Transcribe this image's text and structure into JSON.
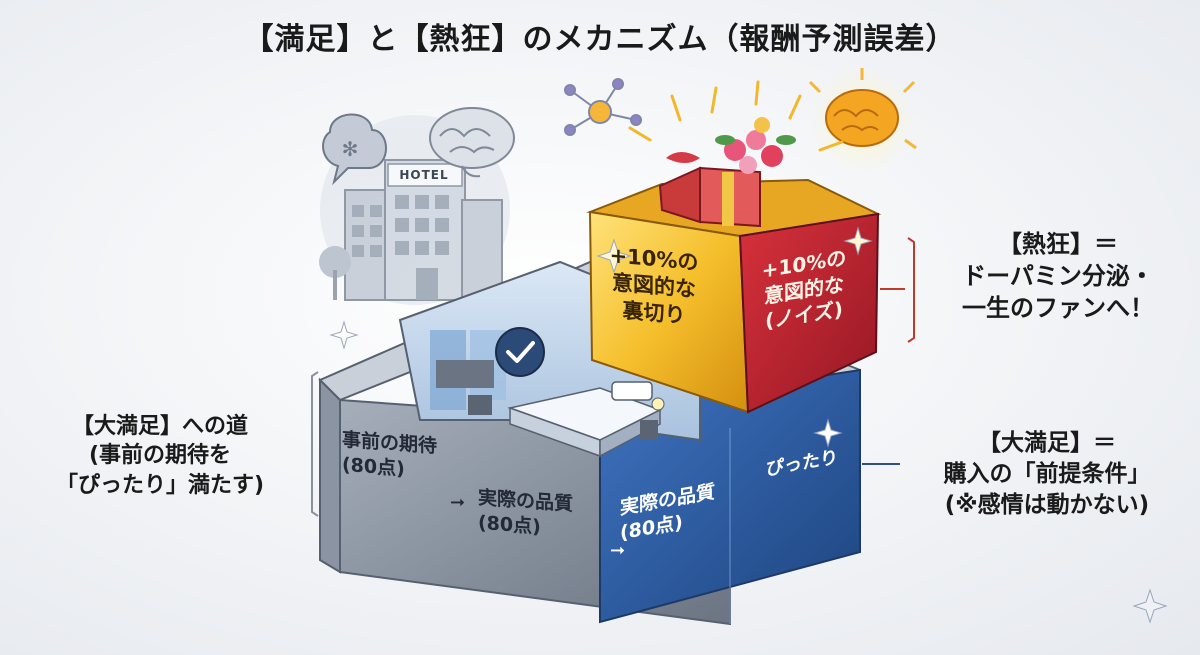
{
  "title": "【満足】と【熱狂】のメカニズム（報酬予測誤差）",
  "hotel_sign": "HOTEL",
  "left_note": {
    "line1": "【大満足】への道",
    "line2": "(事前の期待を",
    "line3": "「ぴったり」満たす)"
  },
  "expectation_face": {
    "line1": "事前の期待",
    "line2": "(80点)"
  },
  "quality_face": {
    "line1": "実際の品質",
    "line2": "(80点)"
  },
  "blue_face": {
    "line1": "実際の品質",
    "line2": "(80点)",
    "tag": "ぴったり"
  },
  "arrow_glyph": "➞",
  "gift_gold_face": {
    "line1": "+10%の",
    "line2": "意図的な",
    "line3": "裏切り"
  },
  "gift_red_face": {
    "line1": "+10%の",
    "line2": "意図的な",
    "line3": "(ノイズ)"
  },
  "right_top_note": {
    "line1": "【熱狂】＝",
    "line2": "ドーパミン分泌・",
    "line3": "一生のファンへ！"
  },
  "right_bottom_note": {
    "line1": "【大満足】＝",
    "line2": "購入の「前提条件」",
    "line3": "(※感情は動かない)"
  },
  "icons": [
    "brain-icon",
    "gear-brain-icon",
    "hotel-building-icon",
    "checkmark-badge-icon",
    "molecule-icon",
    "golden-brain-icon",
    "flower-bouquet-icon",
    "sparkle-icon"
  ],
  "colors": {
    "gold": "#f0b92a",
    "red": "#c0202e",
    "blue": "#2f5ea6",
    "gray": "#7d8796",
    "accent_red_line": "#c0392b"
  }
}
